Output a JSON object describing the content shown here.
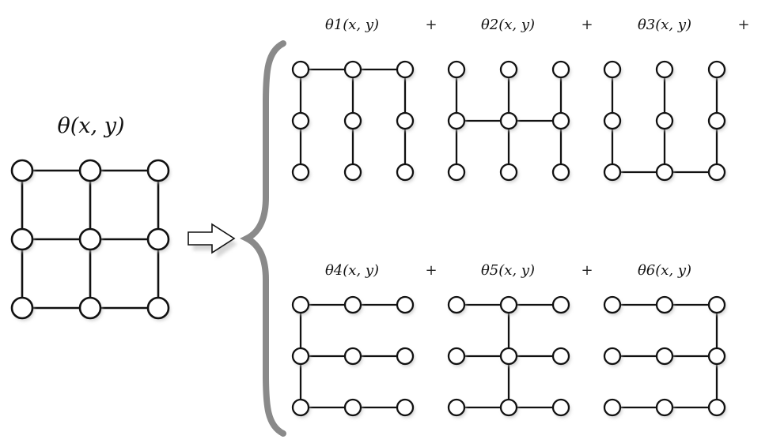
{
  "main_label": "θ(x, y)",
  "terms": [
    {
      "label": "θ1(x, y)",
      "operator": "+"
    },
    {
      "label": "θ2(x, y)",
      "operator": "+"
    },
    {
      "label": "θ3(x, y)",
      "operator": "+"
    },
    {
      "label": "θ4(x, y)",
      "operator": "+"
    },
    {
      "label": "θ5(x, y)",
      "operator": "+"
    },
    {
      "label": "θ6(x, y)",
      "operator": ""
    }
  ],
  "graphs": {
    "full": {
      "nodes": "3x3 grid",
      "edges": [
        [
          0,
          1
        ],
        [
          1,
          2
        ],
        [
          3,
          4
        ],
        [
          4,
          5
        ],
        [
          6,
          7
        ],
        [
          7,
          8
        ],
        [
          0,
          3
        ],
        [
          3,
          6
        ],
        [
          1,
          4
        ],
        [
          4,
          7
        ],
        [
          2,
          5
        ],
        [
          5,
          8
        ]
      ]
    },
    "components": [
      {
        "edges": [
          [
            0,
            1
          ],
          [
            1,
            2
          ],
          [
            0,
            3
          ],
          [
            3,
            6
          ],
          [
            1,
            4
          ],
          [
            4,
            7
          ],
          [
            2,
            5
          ],
          [
            5,
            8
          ]
        ]
      },
      {
        "edges": [
          [
            0,
            3
          ],
          [
            3,
            6
          ],
          [
            1,
            4
          ],
          [
            4,
            7
          ],
          [
            2,
            5
          ],
          [
            5,
            8
          ],
          [
            3,
            4
          ],
          [
            4,
            5
          ]
        ]
      },
      {
        "edges": [
          [
            0,
            3
          ],
          [
            3,
            6
          ],
          [
            1,
            4
          ],
          [
            4,
            7
          ],
          [
            2,
            5
          ],
          [
            5,
            8
          ],
          [
            6,
            7
          ],
          [
            7,
            8
          ]
        ]
      },
      {
        "edges": [
          [
            0,
            1
          ],
          [
            1,
            2
          ],
          [
            3,
            4
          ],
          [
            4,
            5
          ],
          [
            6,
            7
          ],
          [
            7,
            8
          ],
          [
            0,
            3
          ],
          [
            3,
            6
          ]
        ]
      },
      {
        "edges": [
          [
            0,
            1
          ],
          [
            1,
            2
          ],
          [
            3,
            4
          ],
          [
            4,
            5
          ],
          [
            6,
            7
          ],
          [
            7,
            8
          ],
          [
            1,
            4
          ],
          [
            4,
            7
          ]
        ]
      },
      {
        "edges": [
          [
            0,
            1
          ],
          [
            1,
            2
          ],
          [
            3,
            4
          ],
          [
            4,
            5
          ],
          [
            6,
            7
          ],
          [
            7,
            8
          ],
          [
            2,
            5
          ],
          [
            5,
            8
          ]
        ]
      }
    ]
  },
  "colors": {
    "stroke": "#111111",
    "node_fill": "#ffffff",
    "brace": "#8a8a8a",
    "shadow": "#bdbdbd"
  }
}
